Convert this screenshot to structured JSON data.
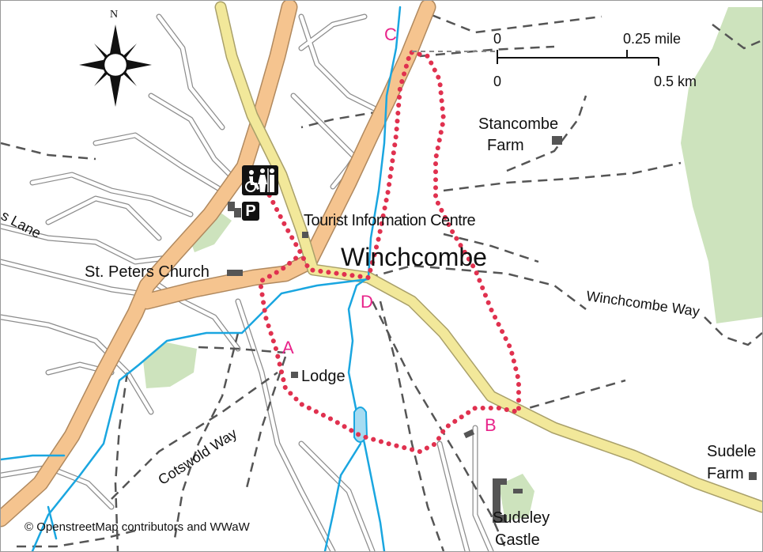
{
  "compass": {
    "north_label": "N"
  },
  "scale": {
    "mile_zero": "0",
    "mile_label": "0.25 mile",
    "km_zero": "0",
    "km_label": "0.5 km"
  },
  "labels": {
    "lane": "s Lane",
    "st_peters": "St. Peters Church",
    "tic": "Tourist Information Centre",
    "town": "Winchcombe",
    "stancombe_1": "Stancombe",
    "stancombe_2": "Farm",
    "winchcombe_way": "Winchcombe Way",
    "lodge": "Lodge",
    "cotswold_way": "Cotswold Way",
    "sudeley_farm_1": "Sudele",
    "sudeley_farm_2": "Farm",
    "sudeley_castle_1": "Sudeley",
    "sudeley_castle_2": "Castle"
  },
  "waypoints": {
    "a": "A",
    "b": "B",
    "c": "C",
    "d": "D"
  },
  "icons": {
    "toilets": "toilets-icon",
    "parking": "P",
    "compass": "compass-rose-icon"
  },
  "credit": "© OpenstreetMap contributors and WWaW",
  "colors": {
    "route": "#e0314f",
    "main_road": "#f5c48f",
    "secondary_road": "#f2e89a",
    "water": "#1aa6e0",
    "woodland": "#cde3bd",
    "waypoint": "#e8248a"
  }
}
